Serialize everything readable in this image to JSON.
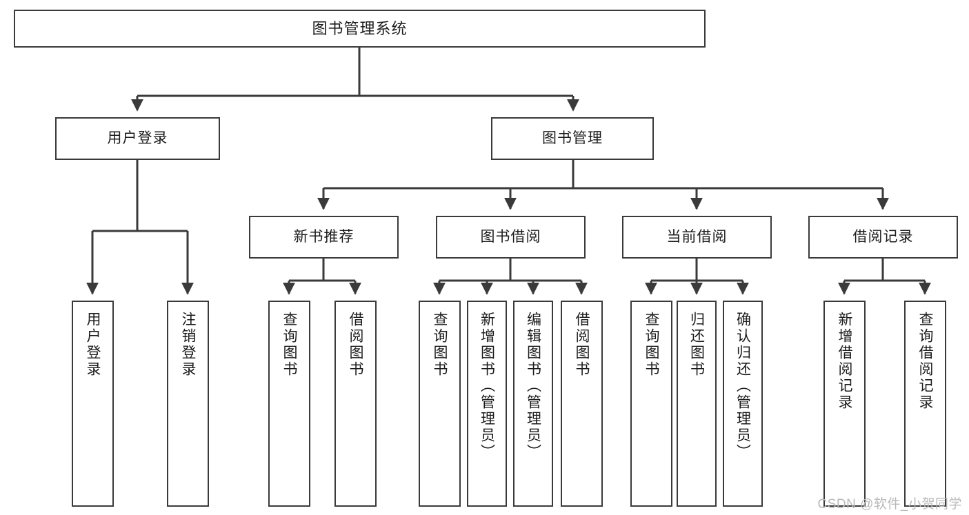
{
  "diagram": {
    "title": "图书管理系统",
    "type": "tree",
    "root": {
      "label": "图书管理系统"
    },
    "level1": [
      {
        "label": "用户登录"
      },
      {
        "label": "图书管理"
      }
    ],
    "level2": [
      {
        "label": "新书推荐"
      },
      {
        "label": "图书借阅"
      },
      {
        "label": "当前借阅"
      },
      {
        "label": "借阅记录"
      }
    ],
    "leaves": {
      "user_login": [
        {
          "label": "用户登录"
        },
        {
          "label": "注销登录"
        }
      ],
      "new_book_recommend": [
        {
          "label": "查询图书"
        },
        {
          "label": "借阅图书"
        }
      ],
      "book_borrow": [
        {
          "label": "查询图书"
        },
        {
          "label": "新增图书（管理员）"
        },
        {
          "label": "编辑图书（管理员）"
        },
        {
          "label": "借阅图书"
        }
      ],
      "current_borrow": [
        {
          "label": "查询图书"
        },
        {
          "label": "归还图书"
        },
        {
          "label": "确认归还（管理员）"
        }
      ],
      "borrow_record": [
        {
          "label": "新增借阅记录"
        },
        {
          "label": "查询借阅记录"
        }
      ]
    }
  },
  "watermark": {
    "text": "CSDN @软件_小贺同学"
  },
  "colors": {
    "box_border": "#3a3a3a",
    "text": "#1b1b1b",
    "background": "#ffffff",
    "connector": "#3a3a3a",
    "watermark": "#b9b9b9"
  }
}
